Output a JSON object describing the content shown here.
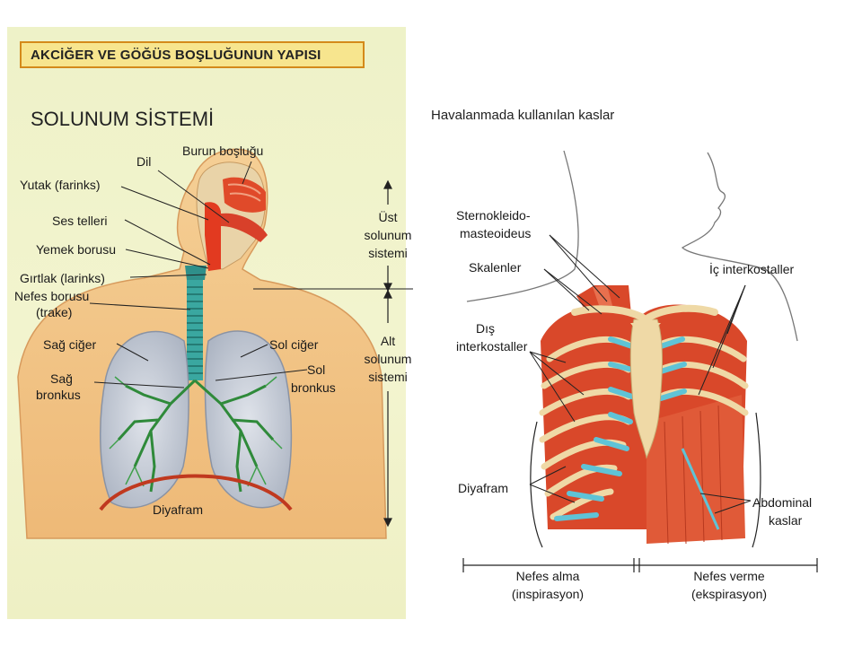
{
  "title": "AKCİĞER VE GÖĞÜS BOŞLUĞUNUN YAPISI",
  "left": {
    "heading": "SOLUNUM SİSTEMİ",
    "labels": {
      "nasal_cavity": "Burun boşluğu",
      "tongue": "Dil",
      "pharynx": "Yutak (farinks)",
      "vocal_cords": "Ses telleri",
      "esophagus": "Yemek borusu",
      "larynx": "Gırtlak (larinks)",
      "trachea_1": "Nefes borusu",
      "trachea_2": "(trake)",
      "right_lung": "Sağ ciğer",
      "left_lung": "Sol ciğer",
      "right_bronchus_1": "Sağ",
      "right_bronchus_2": "bronkus",
      "left_bronchus_1": "Sol",
      "left_bronchus_2": "bronkus",
      "diaphragm": "Diyafram",
      "upper_1": "Üst",
      "upper_2": "solunum",
      "upper_3": "sistemi",
      "lower_1": "Alt",
      "lower_2": "solunum",
      "lower_3": "sistemi"
    }
  },
  "right": {
    "heading": "Havalanmada kullanılan kaslar",
    "labels": {
      "scm_1": "Sternokleido-",
      "scm_2": "masteoideus",
      "scalenes": "Skalenler",
      "internal_ic": "İç interkostaller",
      "external_ic_1": "Dış",
      "external_ic_2": "interkostaller",
      "diaphragm": "Diyafram",
      "abdominal_1": "Abdominal",
      "abdominal_2": "kaslar",
      "inhale_1": "Nefes alma",
      "inhale_2": "(inspirasyon)",
      "exhale_1": "Nefes verme",
      "exhale_2": "(ekspirasyon)"
    }
  },
  "colors": {
    "title_bg": "#f7e58e",
    "title_border": "#d48a1a",
    "skin": "#f3c98c",
    "muscle": "#d9482a",
    "cartilage": "#5fc3d6",
    "bone": "#efd9a6"
  }
}
